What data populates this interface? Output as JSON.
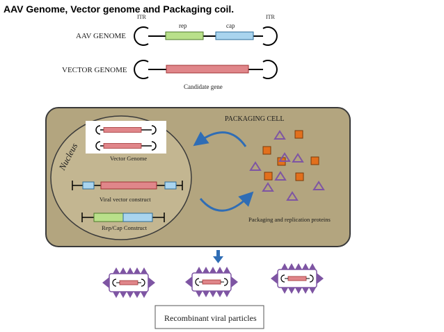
{
  "title": "AAV Genome, Vector genome and Packaging coil.",
  "top": {
    "itr_left": "ITR",
    "itr_right": "ITR",
    "aav_label": "AAV GENOME",
    "rep": "rep",
    "cap": "cap",
    "vector_label": "VECTOR GENOME",
    "candidate": "Candidate gene"
  },
  "cell": {
    "label": "PACKAGING CELL",
    "nucleus": "Nucleus",
    "vector_genome": "Vector Genome",
    "viral_construct": "Viral vector construct",
    "repcap_construct": "Rep/Cap Construct",
    "proteins": "Packaging and replication proteins"
  },
  "result": "Recombinant viral particles",
  "colors": {
    "rep": "#b9e08a",
    "cap": "#a9d4ee",
    "gene": "#e0868a",
    "cell_fill": "#b3a57f",
    "nucleus_fill": "#c3b691",
    "orange": "#e2701d",
    "triangle": "#7e55a3",
    "arrow": "#2f6db5"
  }
}
